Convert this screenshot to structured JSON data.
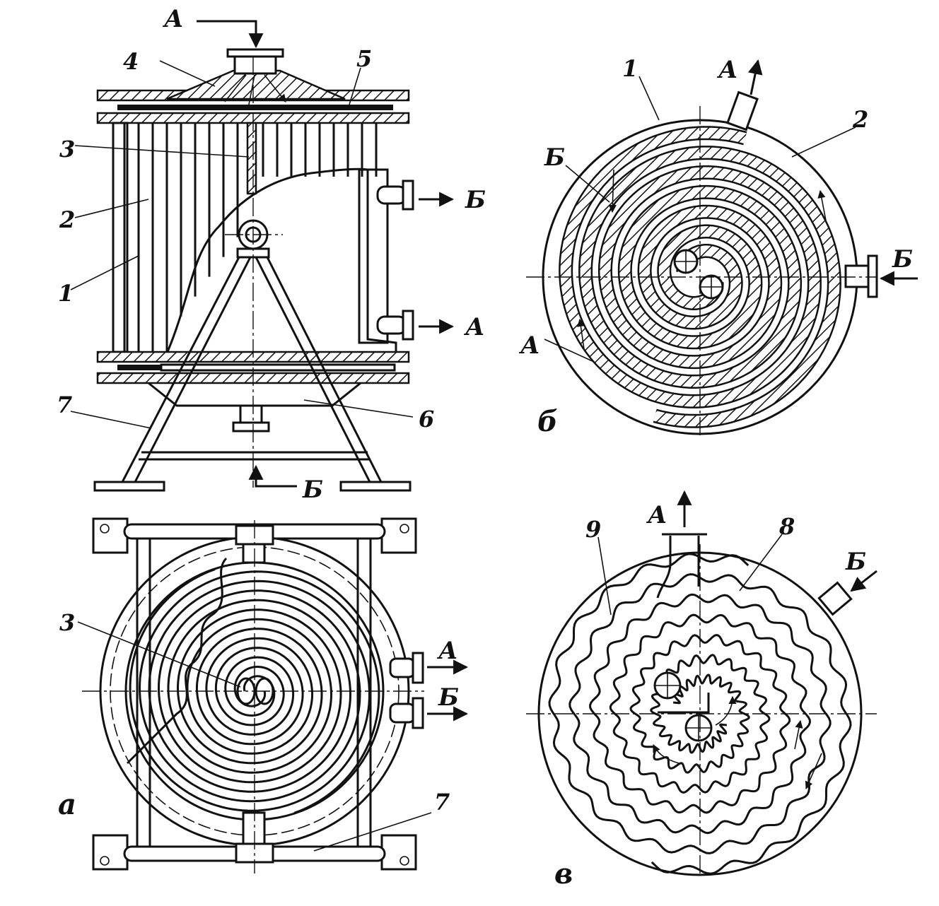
{
  "labels": {
    "flow_A": "А",
    "flow_B": "Б",
    "n1": "1",
    "n2": "2",
    "n3": "3",
    "n4": "4",
    "n5": "5",
    "n6": "6",
    "n7": "7",
    "n8": "8",
    "n9": "9",
    "view_a": "а",
    "view_b": "б",
    "view_v": "в"
  },
  "colors": {
    "ink": "#111111",
    "paper": "#ffffff"
  }
}
